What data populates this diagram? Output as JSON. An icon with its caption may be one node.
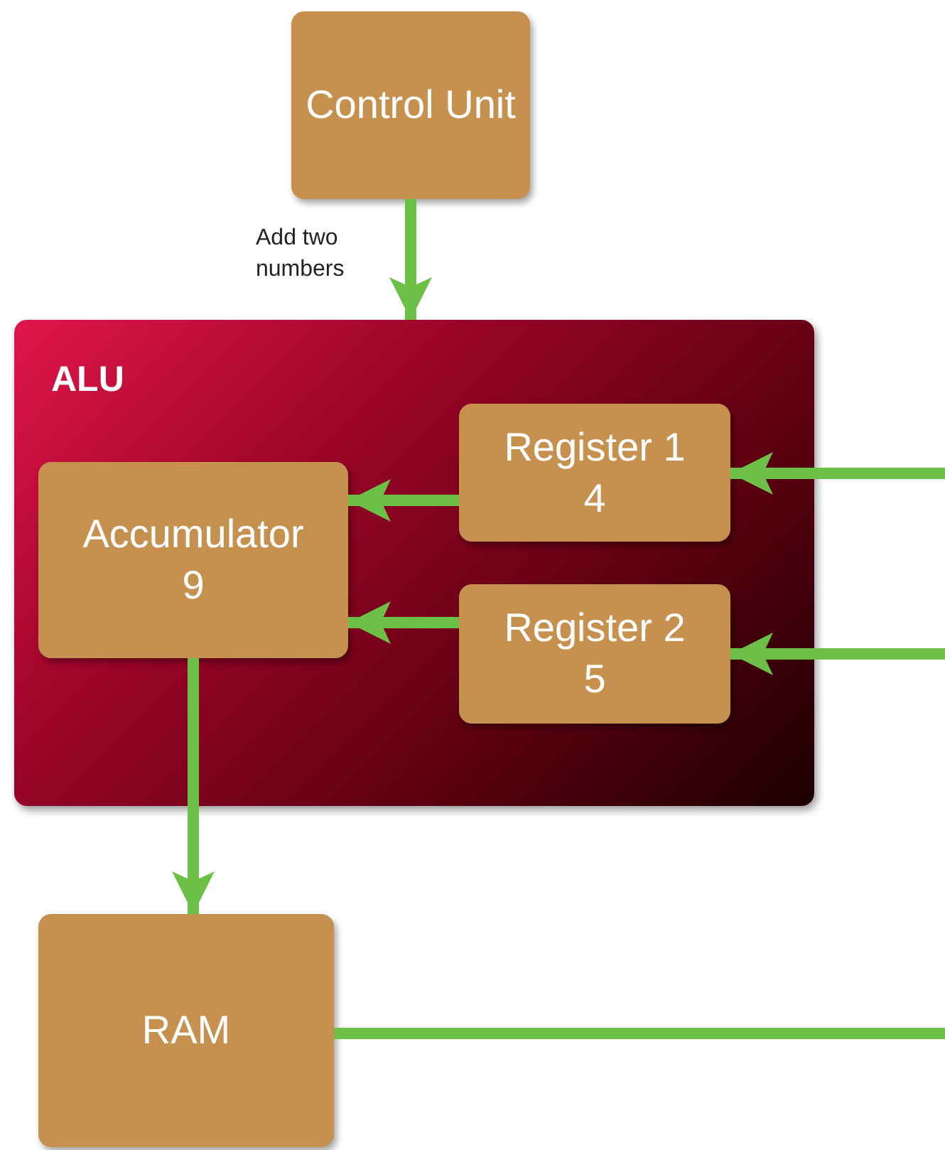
{
  "diagram": {
    "nodes": [
      {
        "text": [
          "Control Unit"
        ]
      },
      {
        "text": [
          "ALU"
        ]
      },
      {
        "text": [
          "Accumulator",
          "9"
        ],
        "in": 1
      },
      {
        "text": [
          "Register 1",
          "4"
        ],
        "in": 1
      },
      {
        "text": [
          "Register 2",
          "5"
        ],
        "in": 1
      },
      {
        "text": [
          "RAM"
        ]
      }
    ],
    "edges": [
      {
        "from": 0,
        "to": 1,
        "arrow": "to",
        "label": "Add two numbers"
      },
      {
        "from": null,
        "to": 3,
        "arrow": "to"
      },
      {
        "from": 3,
        "to": 2,
        "arrow": "to"
      },
      {
        "from": null,
        "to": 4,
        "arrow": "to"
      },
      {
        "from": 4,
        "to": 2,
        "arrow": "to"
      },
      {
        "from": 2,
        "to": 5,
        "arrow": "to"
      },
      {
        "from": 5,
        "to": null,
        "arrow": "none"
      }
    ]
  }
}
